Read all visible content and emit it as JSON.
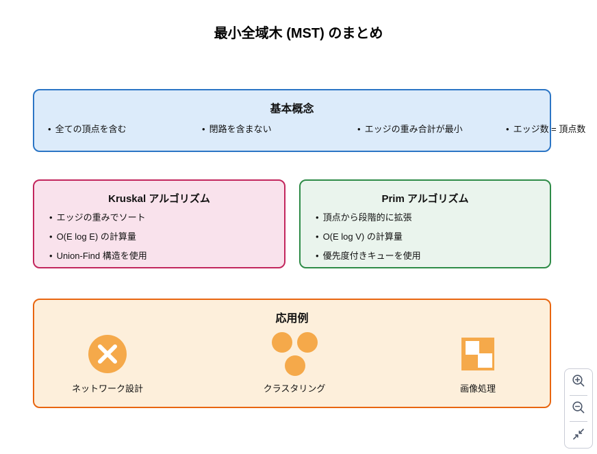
{
  "page": {
    "title": "最小全域木 (MST) のまとめ"
  },
  "basic": {
    "title": "基本概念",
    "items": [
      "全ての頂点を含む",
      "閉路を含まない",
      "エッジの重み合計が最小",
      "エッジ数 = 頂点数"
    ]
  },
  "kruskal": {
    "title": "Kruskal アルゴリズム",
    "items": [
      "エッジの重みでソート",
      "O(E log E) の計算量",
      "Union-Find 構造を使用"
    ]
  },
  "prim": {
    "title": "Prim アルゴリズム",
    "items": [
      "頂点から段階的に拡張",
      "O(E log V) の計算量",
      "優先度付きキューを使用"
    ]
  },
  "applications": {
    "title": "応用例",
    "items": [
      {
        "icon": "network-x-icon",
        "label": "ネットワーク設計"
      },
      {
        "icon": "cluster-dots-icon",
        "label": "クラスタリング"
      },
      {
        "icon": "checker-grid-icon",
        "label": "画像処理"
      }
    ]
  },
  "zoom_controls": {
    "buttons": [
      {
        "icon": "magnifier-plus-icon",
        "action": "zoom-in"
      },
      {
        "icon": "magnifier-minus-icon",
        "action": "zoom-out"
      },
      {
        "icon": "arrows-compress-icon",
        "action": "reset-zoom"
      }
    ]
  },
  "colors": {
    "basic_border": "#2b75c5",
    "basic_fill": "#dcebfa",
    "kruskal_border": "#c2255c",
    "kruskal_fill": "#f9e2ec",
    "prim_border": "#2e8b47",
    "prim_fill": "#eaf4ed",
    "applications_border": "#e8650f",
    "applications_fill": "#fdefdb",
    "icon_orange": "#f5a94a",
    "control_icon": "#4a5568",
    "text": "#111111"
  }
}
